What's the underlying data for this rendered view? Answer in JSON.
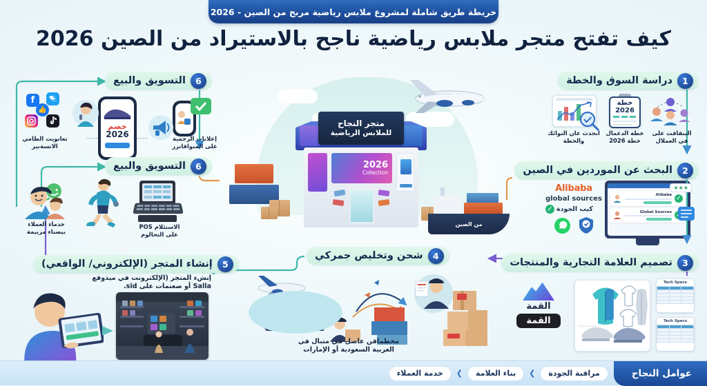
{
  "ribbon": {
    "text": "خريطة طريق شاملة لمشروع ملابس رياضية مربح من الصين - 2026"
  },
  "title": {
    "text": "كيف تفتح متجر ملابس رياضية ناجح بالاستيراد من الصين 2026"
  },
  "colors": {
    "ribbon_blue": "#1e4f9e",
    "pill_green": "#cdf0e2",
    "badge_navy": "#14397f",
    "badge_teal": "#155d99",
    "connector_teal": "#3fb8a8",
    "connector_purple": "#7b5fd0",
    "connector_orange": "#e09a4c",
    "background": "#eef6fa",
    "footer_blue": "#2f6dc0"
  },
  "scene": {
    "sign_line1": "متجر النجاح",
    "sign_line2": "للملابس الرياضية",
    "window_year": "2026",
    "window_label": "Collection",
    "ship_label": "من الصين"
  },
  "steps": [
    {
      "number": "1",
      "label": "دراسة السوق والخطة",
      "side": "right",
      "captions": [
        "ابحدث عان النوائك\nوالخطة",
        "خطة الدعمال\nخطة 2026",
        "البنقاقت على\nفي العملال"
      ],
      "icons": [
        "chart-magnifier-icon",
        "clipboard-plan-icon",
        "audience-group-icon"
      ],
      "plan_card": {
        "line1": "خطة",
        "line2": "2026"
      }
    },
    {
      "number": "2",
      "label": "البحث عن الموردين في الصين",
      "side": "right",
      "brands": [
        "Alibaba",
        "global sources",
        "كيب الجودة"
      ],
      "supplier_rows": [
        {
          "name": "Alibaba",
          "verified": true,
          "stars": "★★★"
        },
        {
          "name": "Global Sources",
          "verified": true,
          "stars": ""
        }
      ],
      "icons": [
        "alibaba-logo-icon",
        "global-sources-logo-icon",
        "quality-check-icon",
        "shield-check-icon",
        "whatsapp-icon",
        "monitor-icon"
      ]
    },
    {
      "number": "3",
      "label": "تصميم العلامة التجارية والمنتجات",
      "side": "right",
      "brand": {
        "name": "القمة",
        "chip": "القمة"
      },
      "spec_title": "Tech Specs",
      "icons": [
        "mountain-logo-icon",
        "jacket-icon",
        "tshirt-icon",
        "pants-icon",
        "sneaker-icon",
        "spec-table-icon"
      ]
    },
    {
      "number": "4",
      "label": "شحن وتخليص جمركي",
      "side": "bottom",
      "caption": "مخطماقن عاصل في متبال في\nالعربية السعودية أو الإمارات",
      "icons": [
        "airplane-icon",
        "cargo-ship-icon",
        "customs-officer-icon",
        "shipping-boxes-icon",
        "container-icon"
      ]
    },
    {
      "number": "5",
      "label": "إنشاء المتجر (الإلكتروني/ الواقعي)",
      "side": "left",
      "caption": "إنشء المتجر (الإلكترونت في ميذوقع\nSalla أو صعنمات على sid.",
      "icons": [
        "person-tablet-icon",
        "retail-store-icon",
        "arrow-right-icon"
      ]
    },
    {
      "number": "6",
      "label": "التسويق والبيع",
      "side": "left",
      "captions": [
        "تعانويت الطامي\nالاتسةبيز",
        "إعلانات الرجمية\nعلى المنواقاترر"
      ],
      "promo": {
        "line1": "خصم",
        "line2": "2026"
      },
      "icons": [
        "facebook-icon",
        "twitter-icon",
        "instagram-icon",
        "tiktok-icon",
        "influencer-icon",
        "phone-promo-icon",
        "megaphone-icon",
        "ad-approved-icon"
      ]
    },
    {
      "number": "6",
      "label": "التسويق والبيع",
      "side": "left",
      "captions": [
        "خدماء العملاء\nبيصناء مربيمة",
        "الاستئلام POS\nعلى التحالوم"
      ],
      "icons": [
        "happy-customers-icon",
        "runner-icon",
        "pos-terminal-icon"
      ]
    }
  ],
  "footer": {
    "tab_label": "عوامل النجاح",
    "chips": [
      "مراقبة الجودة",
      "بناء العلامة",
      "خدمة العملاء"
    ],
    "separator": "❯"
  }
}
